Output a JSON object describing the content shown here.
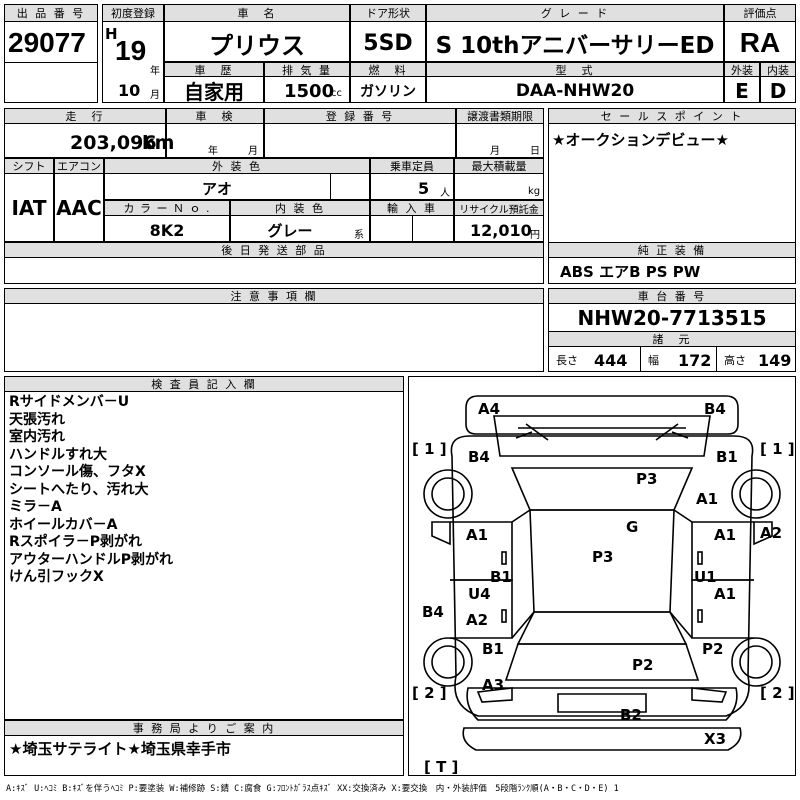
{
  "lot": {
    "label": "出 品 番 号",
    "value": "29077"
  },
  "first_reg": {
    "label": "初度登録",
    "era": "H",
    "year": "19",
    "year_unit": "年",
    "month": "10",
    "month_unit": "月"
  },
  "car_name": {
    "label": "車　名",
    "value": "プリウス"
  },
  "door": {
    "label": "ドア形状",
    "value": "5SD"
  },
  "grade": {
    "label": "グ レ ー ド",
    "value": "S 10thアニバーサリーED"
  },
  "score": {
    "label": "評価点",
    "value": "RA"
  },
  "history": {
    "label": "車　歴",
    "value": "自家用"
  },
  "displacement": {
    "label": "排 気 量",
    "value": "1500",
    "unit": "cc"
  },
  "fuel": {
    "label": "燃　料",
    "value": "ガソリン"
  },
  "model": {
    "label": "型　式",
    "value": "DAA-NHW20"
  },
  "ext_grade": {
    "label": "外装",
    "value": "E"
  },
  "int_grade": {
    "label": "内装",
    "value": "D"
  },
  "mileage": {
    "label": "走　行",
    "value": "203,096",
    "unit": "km"
  },
  "inspection": {
    "label": "車　検",
    "year_unit": "年",
    "month_unit": "月"
  },
  "reg_no": {
    "label": "登 録 番 号"
  },
  "transfer": {
    "label": "譲渡書類期限",
    "month_unit": "月",
    "day_unit": "日"
  },
  "sales_point": {
    "label": "セ ー ル ス ポ イ ン ト",
    "value": "★オークションデビュー★"
  },
  "shift": {
    "label": "シフト",
    "value": "IAT"
  },
  "ac": {
    "label": "エアコン",
    "value": "AAC"
  },
  "ext_color": {
    "label": "外 装 色",
    "value": "アオ"
  },
  "capacity": {
    "label": "乗車定員",
    "value": "5",
    "unit": "人"
  },
  "max_load": {
    "label": "最大積載量",
    "unit": "kg"
  },
  "color_no": {
    "label": "カ ラ ー Ｎ ｏ .",
    "value": "8K2"
  },
  "int_color": {
    "label": "内 装 色",
    "value": "グレー",
    "unit": "系"
  },
  "import": {
    "label": "輸 入 車"
  },
  "recycle": {
    "label": "リサイクル預託金",
    "value": "12,010",
    "unit": "円"
  },
  "parts_later": {
    "label": "後 日 発 送 部 品"
  },
  "factory_equip": {
    "label": "純 正 装 備",
    "value": "ABS エアB PS PW"
  },
  "caution": {
    "label": "注 意 事 項 欄"
  },
  "chassis": {
    "label": "車 台 番 号",
    "value": "NHW20-7713515"
  },
  "specs": {
    "label": "諸　元",
    "length_label": "長さ",
    "length": "444",
    "width_label": "幅",
    "width": "172",
    "height_label": "高さ",
    "height": "149"
  },
  "inspector": {
    "label": "検 査 員 記 入 欄",
    "notes": [
      "Rサイドメンバ－U",
      "天張汚れ",
      "室内汚れ",
      "ハンドルすれ大",
      "コンソール傷、フタX",
      "シートへたり、汚れ大",
      "ミラ－A",
      "ホイールカバ－A",
      "Rスポイラ－P剥がれ",
      "アウターハンドルP剥がれ",
      "けん引フックX"
    ]
  },
  "office": {
    "label": "事 務 局 よ り ご 案 内",
    "value": "★埼玉サテライト★埼玉県幸手市"
  },
  "diagram": {
    "marks": [
      "A4",
      "B4",
      "B4",
      "B1",
      "P3",
      "A1",
      "A1",
      "A1",
      "A2",
      "G",
      "P3",
      "B1",
      "U1",
      "U4",
      "A1",
      "B4",
      "A2",
      "B1",
      "P2",
      "P2",
      "A3",
      "B2",
      "X3"
    ],
    "tags": [
      "1",
      "1",
      "2",
      "2",
      "T"
    ]
  },
  "legend": "A:ｷｽﾞ U:ﾍｺﾐ B:ｷｽﾞを伴うﾍｺﾐ P:要塗装 W:補修跡 S:錆 C:腐食 G:ﾌﾛﾝﾄｶﾞﾗｽ点ｷｽﾞ XX:交換済み X:要交換　内・外装評価　5段階ﾗﾝｸ順(A・B・C・D・E) 1"
}
